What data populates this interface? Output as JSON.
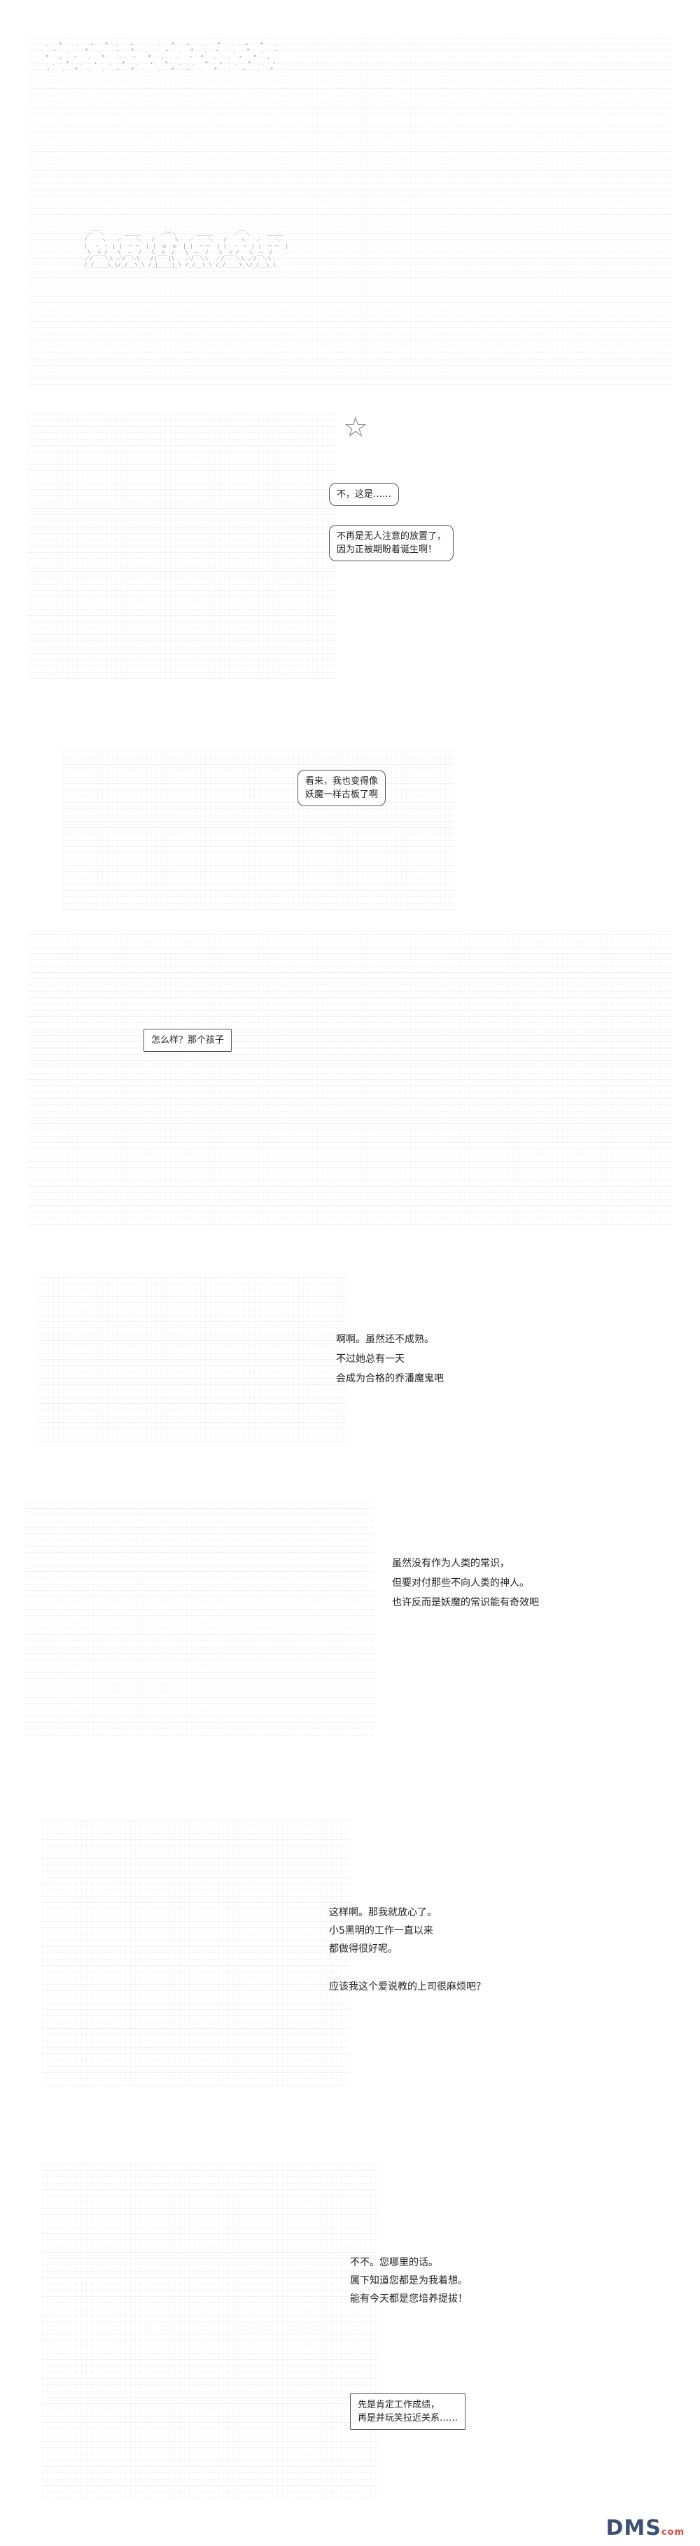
{
  "panels": [
    {
      "id": "p1",
      "bubbles": [],
      "side_text": []
    },
    {
      "id": "p2",
      "bubbles": [
        {
          "lines": [
            "不，这是……"
          ]
        },
        {
          "lines": [
            "不再是无人注意的放置了，",
            "因为正被期盼着诞生啊！"
          ]
        }
      ],
      "side_text": []
    },
    {
      "id": "p3",
      "bubbles": [
        {
          "lines": [
            "看来，我也变得像",
            "妖魔一样古板了啊"
          ]
        }
      ],
      "side_text": []
    },
    {
      "id": "p4",
      "bubbles": [
        {
          "lines": [
            "怎么样？那个孩子"
          ]
        }
      ],
      "side_text": []
    },
    {
      "id": "p5",
      "bubbles": [],
      "side_text": [
        "啊啊。虽然还不成熟。",
        "不过她总有一天",
        "会成为合格的乔潘魔鬼吧"
      ]
    },
    {
      "id": "p6",
      "bubbles": [],
      "side_text": [
        "虽然没有作为人类的常识，",
        "但要对付那些不向人类的神人。",
        "也许反而是妖魔的常识能有奇效吧"
      ]
    },
    {
      "id": "p7",
      "bubbles": [],
      "side_text": [
        "这样啊。那我就放心了。",
        "小5黑明的工作一直以来",
        "都做得很好呢。",
        "应该我这个爱说教的上司很麻烦吧？"
      ]
    },
    {
      "id": "p8",
      "bubbles": [
        {
          "lines": [
            "先是肯定工作成绩，",
            "再是并玩笑拉近关系……"
          ]
        }
      ],
      "side_text": [
        "不不。您哪里的话。",
        "属下知道您都是为我着想。",
        "能有今天都是您培养提拔！"
      ]
    }
  ],
  "watermark": {
    "main": "DMS",
    "sub": "com"
  }
}
